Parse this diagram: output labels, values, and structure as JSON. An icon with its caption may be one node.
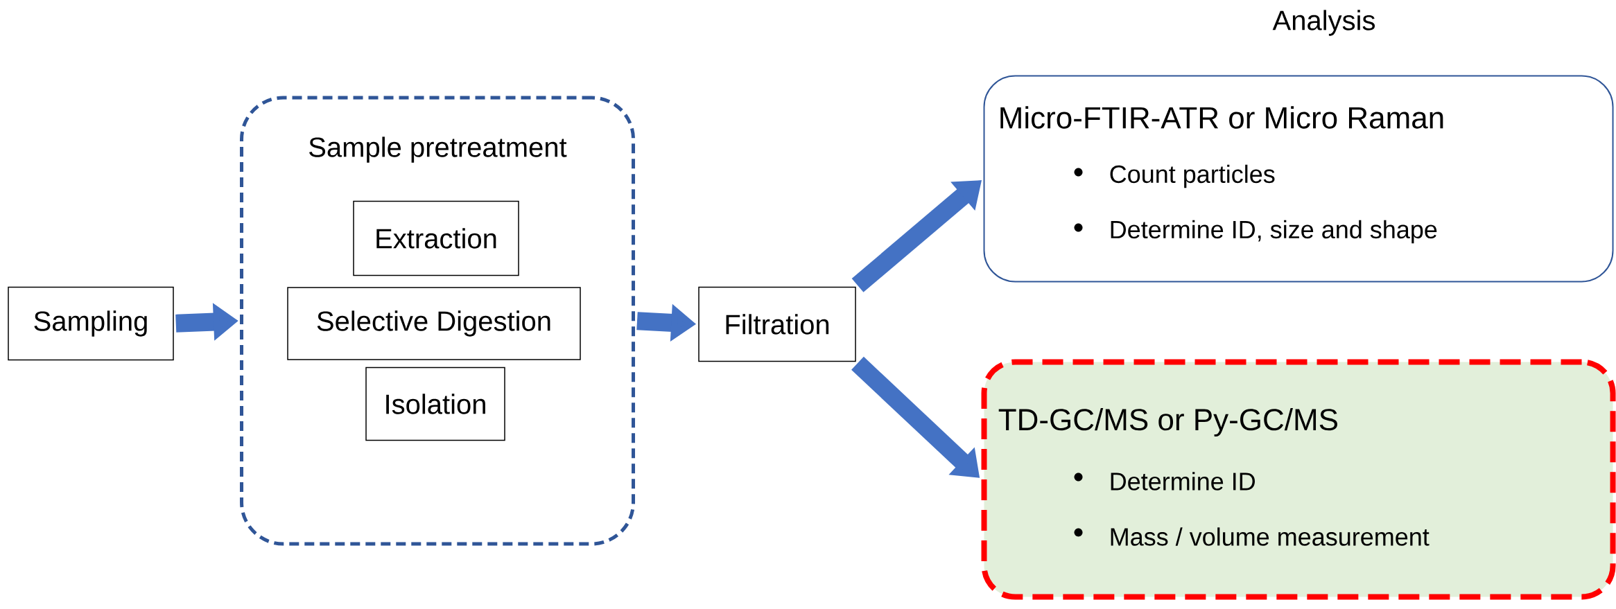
{
  "diagram": {
    "nodes": [
      {
        "text": [
          "Sampling"
        ]
      },
      {
        "text": [
          "Sample pretreatment"
        ]
      },
      {
        "text": [
          "Extraction"
        ],
        "in": 1
      },
      {
        "text": [
          "Selective Digestion"
        ],
        "in": 1
      },
      {
        "text": [
          "Isolation"
        ],
        "in": 1
      },
      {
        "text": [
          "Filtration"
        ]
      },
      {
        "text": [
          "Micro-FTIR-ATR or Micro Raman",
          "Count particles",
          "Determine ID, size and shape"
        ]
      },
      {
        "text": [
          "TD-GC/MS or Py-GC/MS",
          "Determine ID",
          "Mass / volume measurement"
        ]
      }
    ],
    "edges": [
      {
        "from": 0,
        "to": 1,
        "arrow": "to"
      },
      {
        "from": 1,
        "to": 5,
        "arrow": "to"
      },
      {
        "from": 5,
        "to": 6,
        "arrow": "to"
      },
      {
        "from": 5,
        "to": 7,
        "arrow": "to"
      }
    ],
    "labels": [
      "Analysis"
    ]
  }
}
